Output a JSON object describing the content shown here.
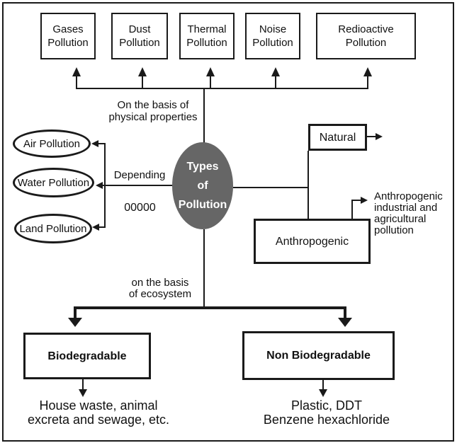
{
  "diagram": {
    "title_node": {
      "lines": [
        "Types",
        "of",
        "Pollution"
      ],
      "fill_color": "#666666",
      "text_color": "#ffffff"
    },
    "top_branch": {
      "label_lines": [
        "On the basis of",
        "physical properties"
      ],
      "boxes": [
        {
          "label": "Gases Pollution"
        },
        {
          "label": "Dust Pollution"
        },
        {
          "label": "Thermal Pollution"
        },
        {
          "label": "Noise Pollution"
        },
        {
          "label": "Redioactive Pollution"
        }
      ]
    },
    "left_branch": {
      "label": "Depending",
      "sub_label": "00000",
      "ellipses": [
        {
          "label": "Air Pollution"
        },
        {
          "label": "Water Pollution"
        },
        {
          "label": "Land Pollution"
        }
      ]
    },
    "right_branch": {
      "natural_label": "Natural",
      "anthropogenic_label": "Anthropogenic",
      "note_lines": [
        "Anthropogenic",
        "industrial and",
        "agricultural",
        "pollution"
      ]
    },
    "bottom_branch": {
      "label_lines": [
        "on the basis",
        "of ecosystem"
      ],
      "biodegradable_label": "Biodegradable",
      "non_biodegradable_label": "Non Biodegradable",
      "biodegradable_examples": [
        "House waste, animal",
        "excreta and sewage, etc."
      ],
      "non_biodegradable_examples": [
        "Plastic, DDT",
        "Benzene hexachloride"
      ]
    }
  }
}
